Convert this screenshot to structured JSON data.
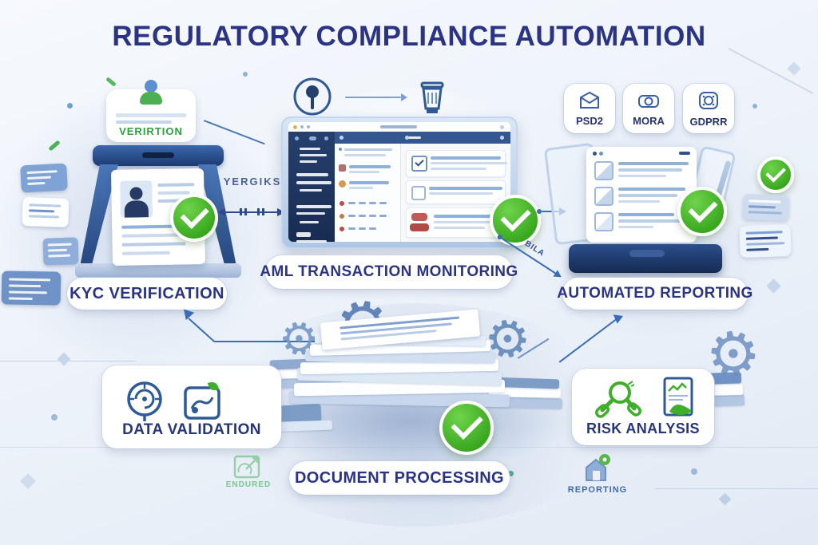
{
  "title": "REGULATORY COMPLIANCE AUTOMATION",
  "badges": {
    "verification": {
      "label": "VERIRTION"
    },
    "regulations": [
      {
        "label": "PSD2"
      },
      {
        "label": "MORA"
      },
      {
        "label": "GDPRR"
      }
    ]
  },
  "stages": {
    "kyc": {
      "label": "KYC VERIFICATION"
    },
    "aml": {
      "label": "AML TRANSACTION MONITORING"
    },
    "automated_reporting": {
      "label": "AUTOMATED REPORTING"
    },
    "data_validation": {
      "label": "DATA VALIDATION"
    },
    "document_processing": {
      "label": "DOCUMENT PROCESSING"
    },
    "risk_analysis": {
      "label": "RISK ANALYSIS"
    }
  },
  "annotations": {
    "yergiks": "YERGIKS",
    "bila": "BILA",
    "endured": "ENDURED",
    "reporting": "REPORTING"
  },
  "icons": {
    "gear": "⚙"
  },
  "colors": {
    "navy": "#2b3484",
    "green": "#3fb22a",
    "blue": "#3a6db5",
    "light_blue": "#b9cde6"
  }
}
